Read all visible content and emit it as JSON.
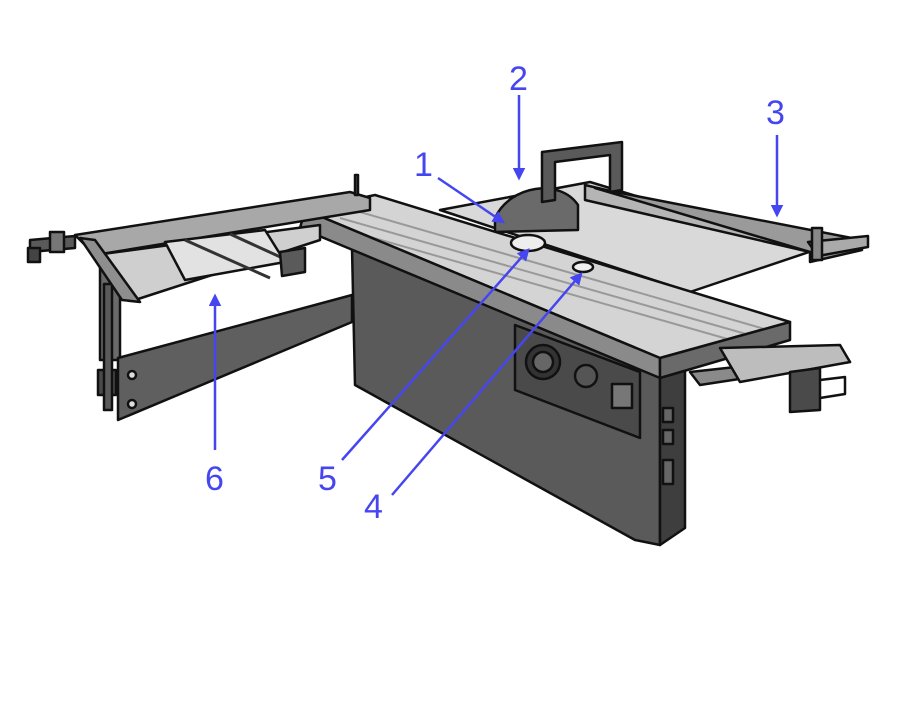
{
  "diagram": {
    "subject": "panel-saw",
    "accent_color": "#4646f0",
    "machine_dark": "#5a5a5a",
    "machine_light": "#d9d9d9",
    "outline": "#111111"
  },
  "callouts": [
    {
      "id": "c1",
      "label": "1"
    },
    {
      "id": "c2",
      "label": "2"
    },
    {
      "id": "c3",
      "label": "3"
    },
    {
      "id": "c4",
      "label": "4"
    },
    {
      "id": "c5",
      "label": "5"
    },
    {
      "id": "c6",
      "label": "6"
    }
  ]
}
